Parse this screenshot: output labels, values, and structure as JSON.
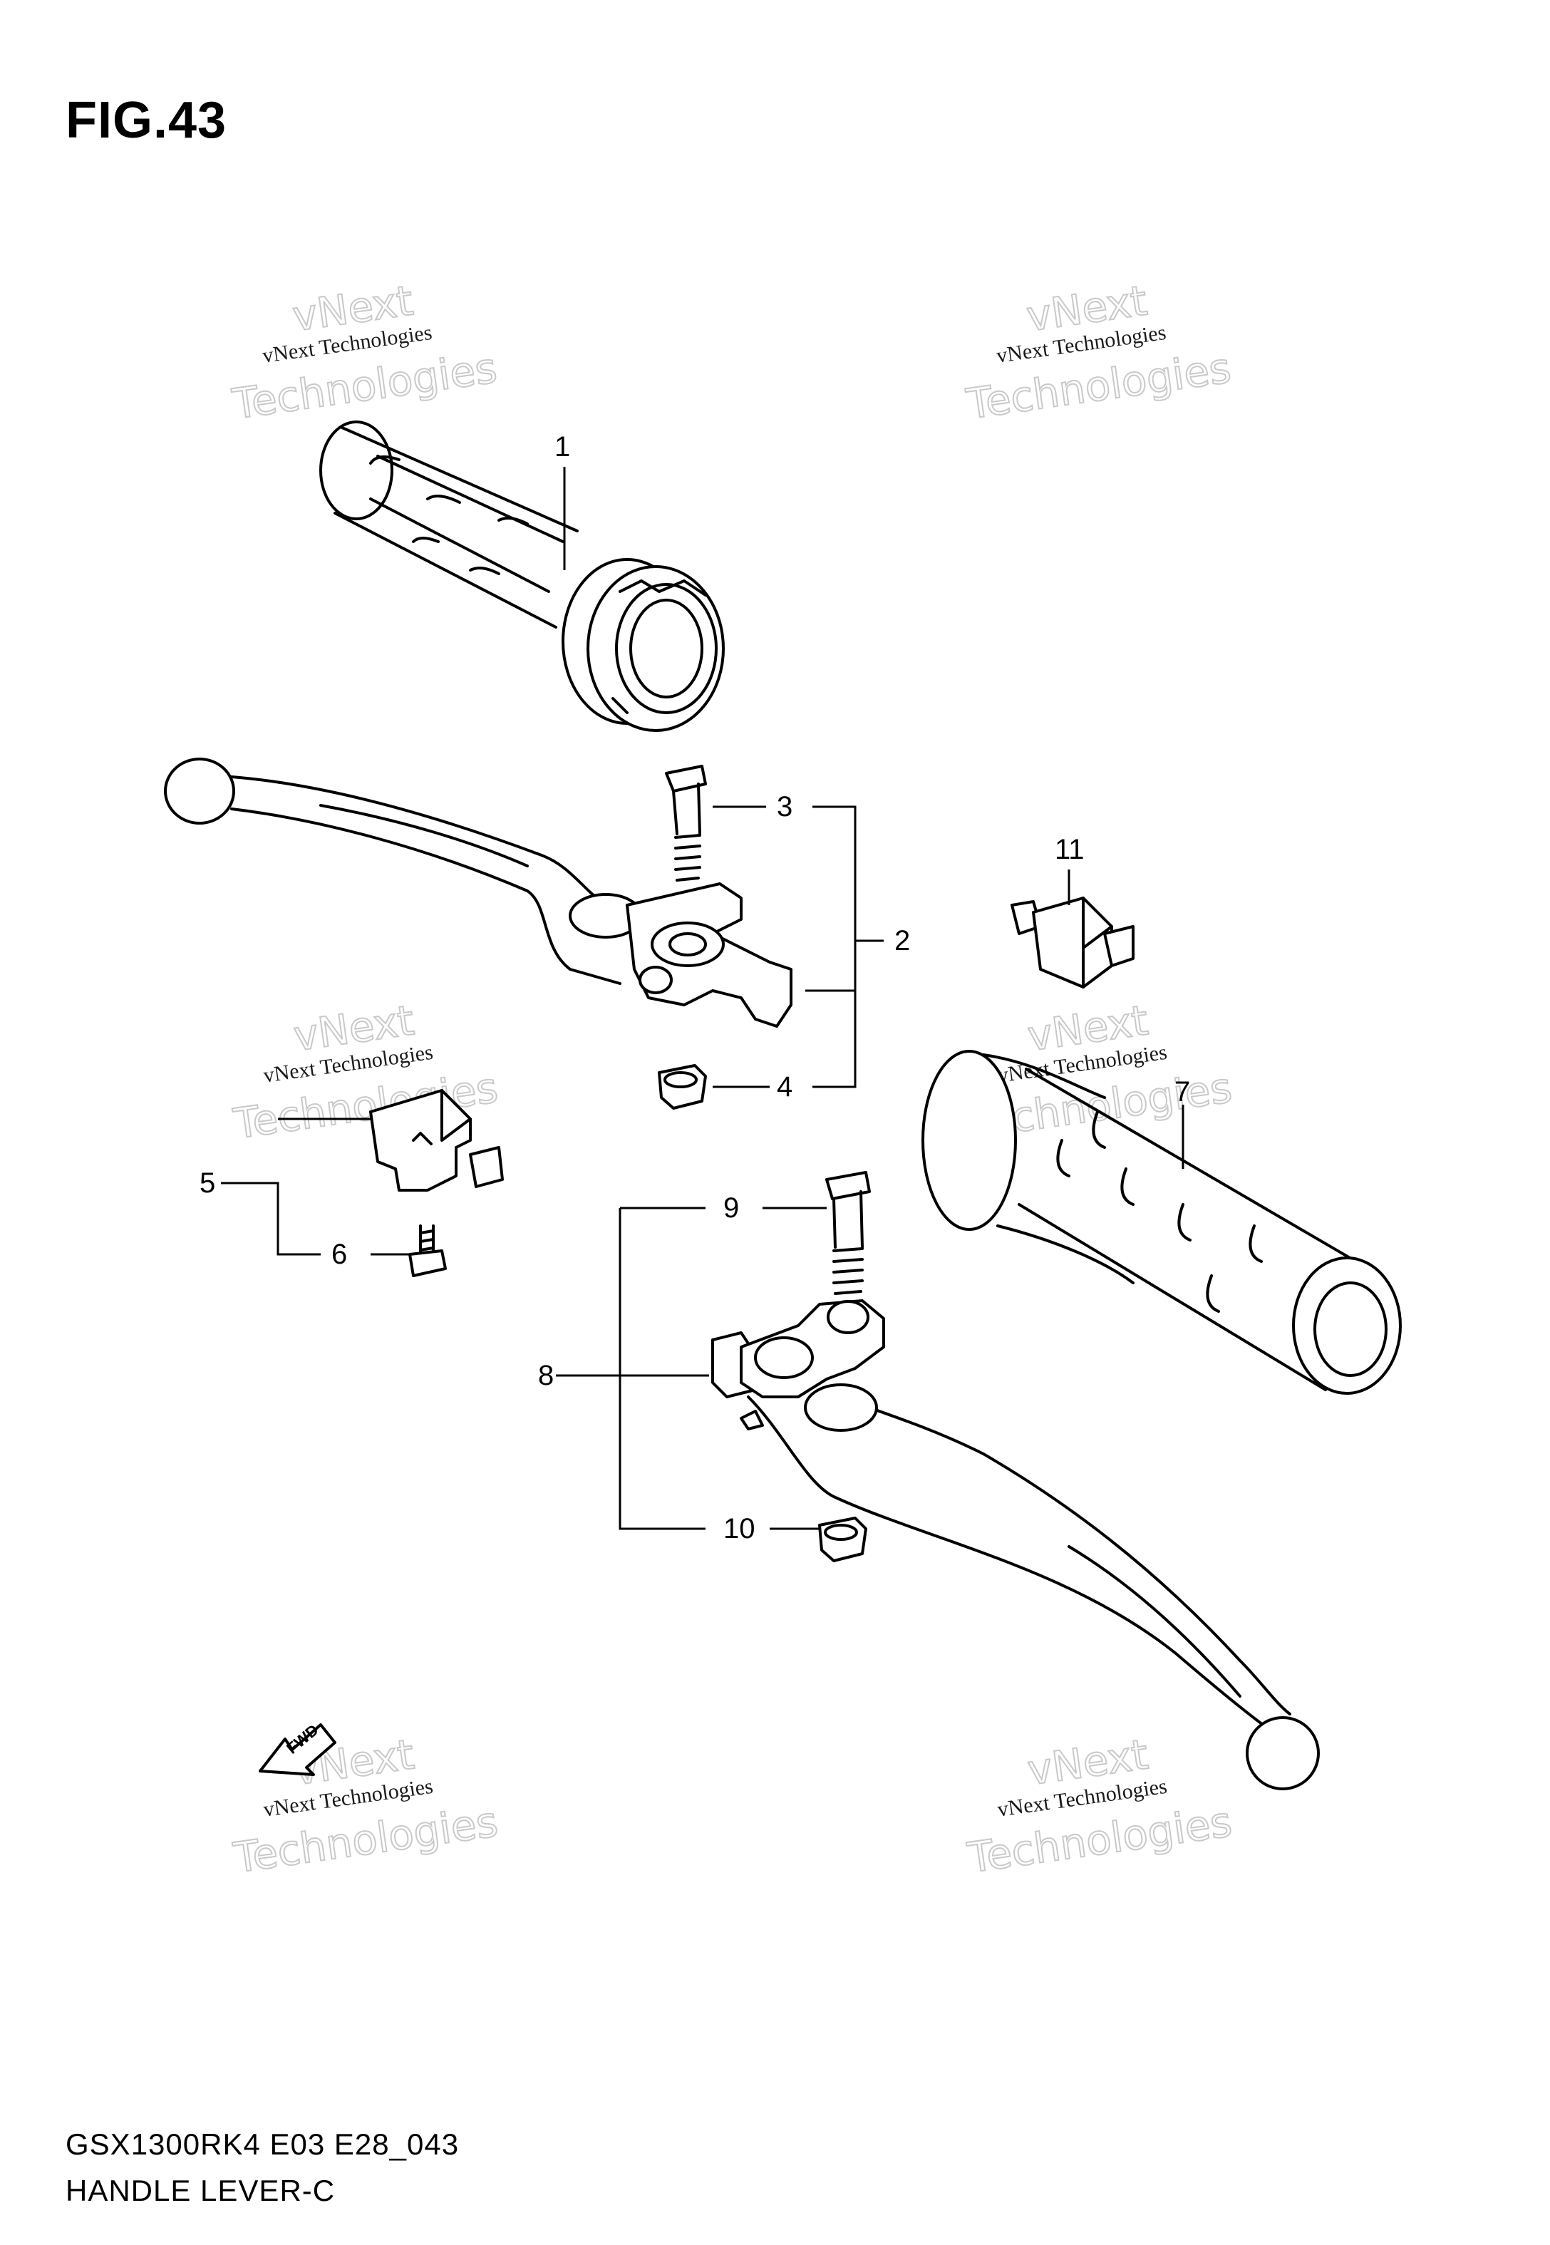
{
  "figure": {
    "title": "FIG.43",
    "model_code": "GSX1300RK4 E03 E28_043",
    "name": "HANDLE LEVER-C"
  },
  "callouts": {
    "c1": "1",
    "c2": "2",
    "c3": "3",
    "c4": "4",
    "c5": "5",
    "c6": "6",
    "c7": "7",
    "c8": "8",
    "c9": "9",
    "c10": "10",
    "c11": "11"
  },
  "fwd_label": "FWD",
  "watermark": {
    "line1": "vNext Technologies",
    "line2": "vNext",
    "line3": "Technologies"
  }
}
